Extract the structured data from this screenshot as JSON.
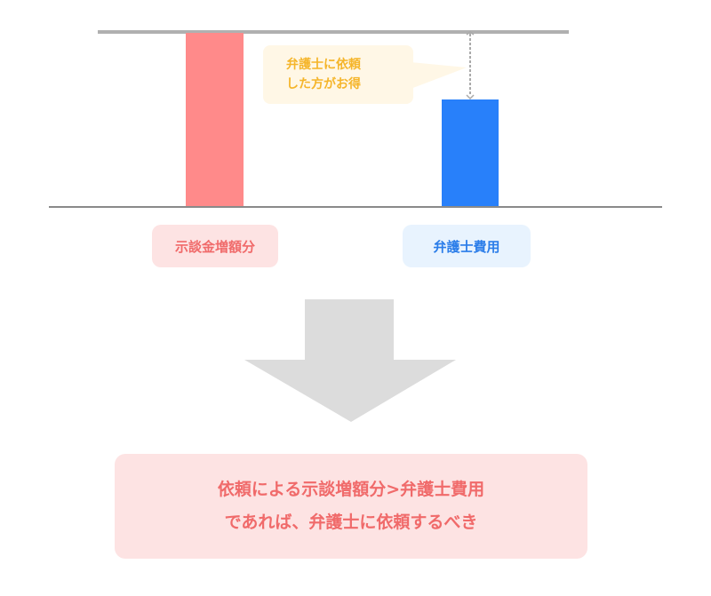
{
  "callout": {
    "line1": "弁護士に依頼",
    "line2": "した方がお得"
  },
  "labels": {
    "settlement_increase": "示談金増額分",
    "lawyer_fee": "弁護士費用"
  },
  "summary": {
    "line1": "依頼による示談増額分>弁護士費用",
    "line2": "であれば、弁護士に依頼するべき"
  },
  "colors": {
    "pink_bar": "#ff8a8a",
    "blue_bar": "#2880fa",
    "callout_text": "#f5b52a",
    "summary_text": "#f06a6a"
  }
}
